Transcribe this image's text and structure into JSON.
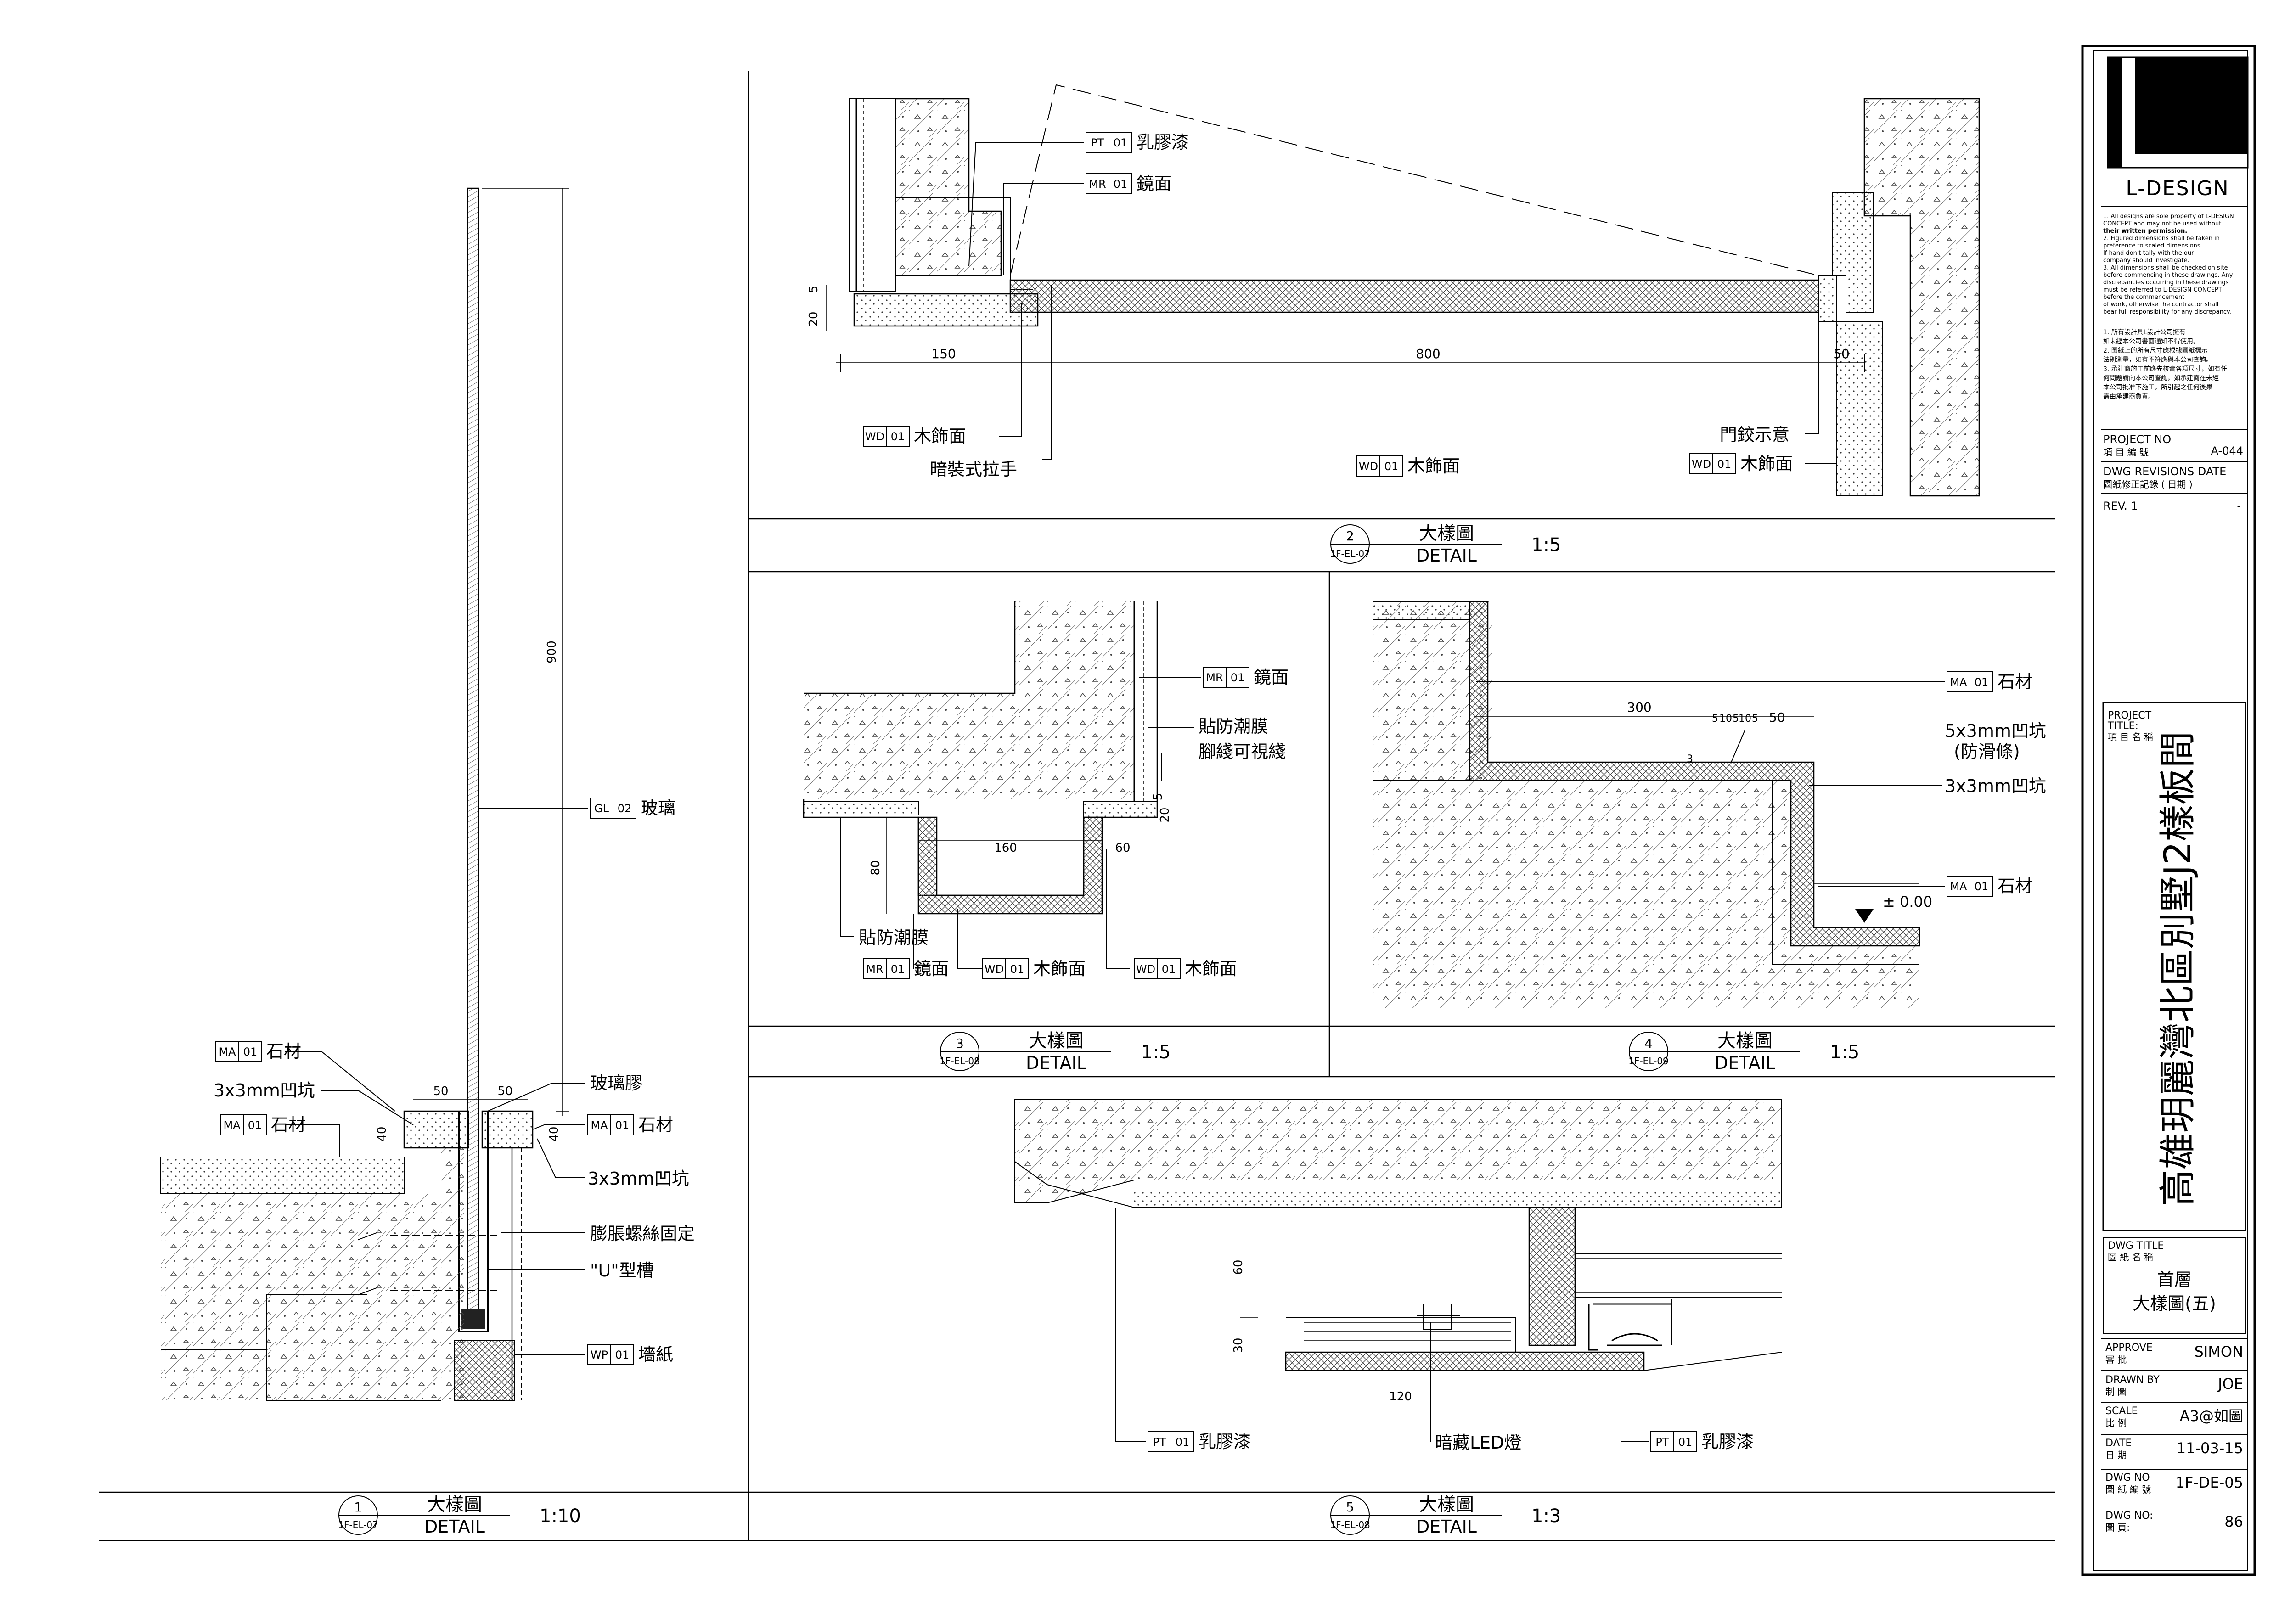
{
  "title_block": {
    "brand": "L-DESIGN",
    "notes_en": [
      "1. All designs are sole property of L-DESIGN",
      "CONCEPT and may not be used without",
      "their written permission.",
      "2. Figured dimensions shall be taken in",
      "preference to scaled dimensions.",
      "If hand don't tally with the our",
      "company should investigate.",
      "3. All dimensions shall be checked on site",
      "before commencing in these drawings. Any",
      "discrepancies occurring in these drawings",
      "must be referred to L-DESIGN CONCEPT",
      "before the commencement",
      "of work, otherwise the contractor shall",
      "bear full responsibility for any discrepancy."
    ],
    "notes_zh": [
      "1. 所有設計具L設計公司擁有",
      "如未經本公司書面通知不得使用。",
      "2. 圖紙上的所有尺寸應根據圖紙標示",
      "法則測量，如有不符應與本公司查詢。",
      "3. 承建商施工前應先核實各項尺寸，如有任",
      "何問題請向本公司查詢，如承建商在未經",
      "本公司批准下施工，所引起之任何後果",
      "需由承建商負責。"
    ],
    "project_no_label_en": "PROJECT NO",
    "project_no_label_zh": "項 目 編 號",
    "project_no": "A-044",
    "revisions_label_en": "DWG REVISIONS DATE",
    "revisions_label_zh": "圖紙修正記錄 ( 日期 )",
    "rev": "REV. 1",
    "rev_value": "-",
    "project_title_label_en1": "PROJECT",
    "project_title_label_en2": "TITLE:",
    "project_title_label_zh": "項 目 名 稱",
    "project_title": "高雄玥麗灣北區別墅J2樣板間",
    "dwg_title_label_en": "DWG TITLE",
    "dwg_title_label_zh": "圖 紙 名 稱",
    "dwg_title_1": "首層",
    "dwg_title_2": "大樣圖(五)",
    "approve_label_en": "APPROVE",
    "approve_label_zh": "審 批",
    "approve": "SIMON",
    "drawn_label_en": "DRAWN BY",
    "drawn_label_zh": "制 圖",
    "drawn": "JOE",
    "scale_label_en": "SCALE",
    "scale_label_zh": "比 例",
    "scale": "A3@如圖",
    "date_label_en": "DATE",
    "date_label_zh": "日 期",
    "date": "11-03-15",
    "dwg_no_label_en": "DWG NO",
    "dwg_no_label_zh": "圖 紙 編 號",
    "dwg_no": "1F-DE-05",
    "page_label_en": "DWG NO:",
    "page_label_zh": "圖 頁:",
    "page": "86"
  },
  "details": [
    {
      "num": "1",
      "ref": "1F-EL-07",
      "title_zh": "大樣圖",
      "title_en": "DETAIL",
      "scale": "1:10"
    },
    {
      "num": "2",
      "ref": "1F-EL-07",
      "title_zh": "大樣圖",
      "title_en": "DETAIL",
      "scale": "1:5"
    },
    {
      "num": "3",
      "ref": "1F-EL-08",
      "title_zh": "大樣圖",
      "title_en": "DETAIL",
      "scale": "1:5"
    },
    {
      "num": "4",
      "ref": "1F-EL-09",
      "title_zh": "大樣圖",
      "title_en": "DETAIL",
      "scale": "1:5"
    },
    {
      "num": "5",
      "ref": "1F-EL-08",
      "title_zh": "大樣圖",
      "title_en": "DETAIL",
      "scale": "1:3"
    }
  ],
  "d1": {
    "tags": [
      {
        "code": "GL",
        "no": "02",
        "text": "玻璃"
      },
      {
        "code": "MA",
        "no": "01",
        "text": "石材"
      },
      {
        "code": "MA",
        "no": "01",
        "text": "石材"
      },
      {
        "code": "MA",
        "no": "01",
        "text": "石材"
      },
      {
        "code": "WP",
        "no": "01",
        "text": "墻紙"
      }
    ],
    "labels": [
      "3x3mm凹坑",
      "玻璃膠",
      "3x3mm凹坑",
      "膨脹螺絲固定",
      "\"U\"型槽"
    ],
    "dims": [
      "900",
      "50",
      "50",
      "40",
      "40"
    ]
  },
  "d2": {
    "tags": [
      {
        "code": "PT",
        "no": "01",
        "text": "乳膠漆"
      },
      {
        "code": "MR",
        "no": "01",
        "text": "鏡面"
      },
      {
        "code": "WD",
        "no": "01",
        "text": "木飾面"
      },
      {
        "code": "WD",
        "no": "01",
        "text": "木飾面"
      },
      {
        "code": "WD",
        "no": "01",
        "text": "木飾面"
      }
    ],
    "labels": [
      "暗裝式拉手",
      "門鉸示意"
    ],
    "dims": [
      "150",
      "800",
      "50",
      "20",
      "5"
    ]
  },
  "d3": {
    "tags": [
      {
        "code": "MR",
        "no": "01",
        "text": "鏡面"
      },
      {
        "code": "MR",
        "no": "01",
        "text": "鏡面"
      },
      {
        "code": "WD",
        "no": "01",
        "text": "木飾面"
      },
      {
        "code": "WD",
        "no": "01",
        "text": "木飾面"
      }
    ],
    "labels": [
      "貼防潮膜",
      "腳綫可視綫",
      "貼防潮膜"
    ],
    "dims": [
      "160",
      "60",
      "80",
      "20",
      "5"
    ]
  },
  "d4": {
    "tags": [
      {
        "code": "MA",
        "no": "01",
        "text": "石材"
      },
      {
        "code": "MA",
        "no": "01",
        "text": "石材"
      }
    ],
    "labels": [
      "5x3mm凹坑",
      "(防滑條)",
      "3x3mm凹坑",
      "± 0.00"
    ],
    "dims": [
      "300",
      "5",
      "10",
      "5",
      "10",
      "5",
      "50",
      "3"
    ]
  },
  "d5": {
    "tags": [
      {
        "code": "PT",
        "no": "01",
        "text": "乳膠漆"
      },
      {
        "code": "PT",
        "no": "01",
        "text": "乳膠漆"
      }
    ],
    "labels": [
      "暗藏LED燈"
    ],
    "dims": [
      "60",
      "30",
      "120"
    ]
  }
}
